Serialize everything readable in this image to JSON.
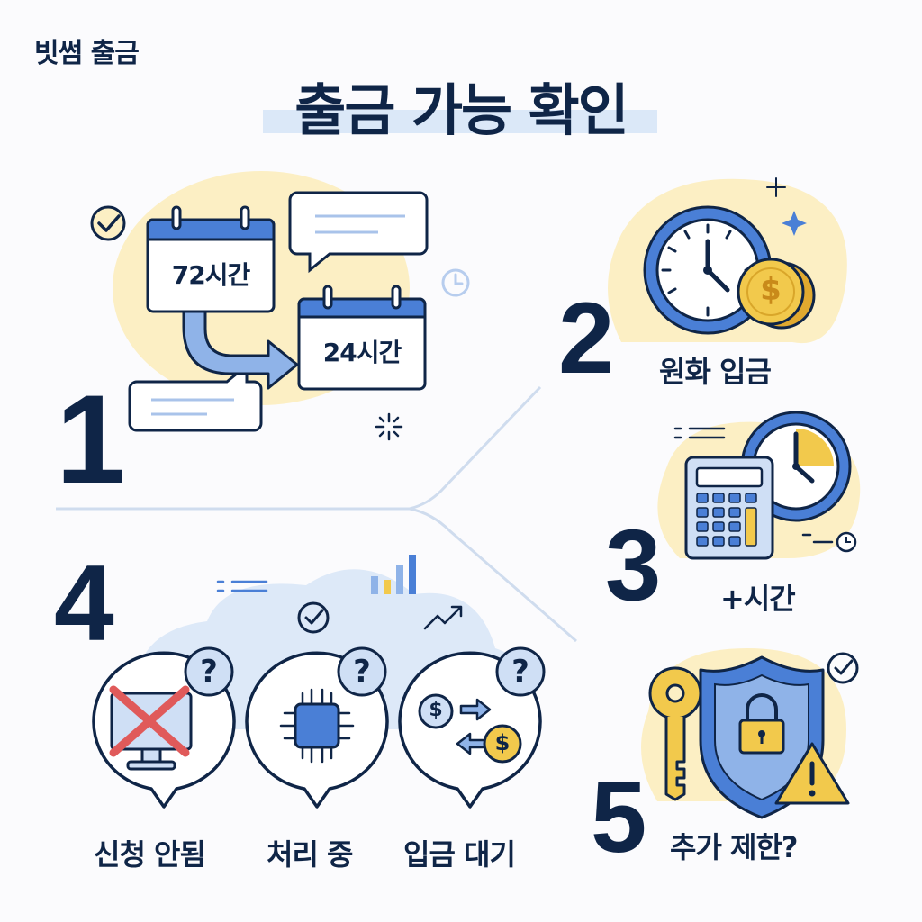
{
  "brand": "빗썸 출금",
  "title": "출금 가능 확인",
  "step1": {
    "number": "1",
    "calendar_from": "72시간",
    "calendar_to": "24시간"
  },
  "step2": {
    "number": "2",
    "label": "원화 입금"
  },
  "step3": {
    "number": "3",
    "label": "+시간"
  },
  "step4": {
    "number": "4",
    "bubbles": [
      {
        "label": "신청 안됨",
        "badge": "?"
      },
      {
        "label": "처리 중",
        "badge": "?"
      },
      {
        "label": "입금 대기",
        "badge": "?"
      }
    ]
  },
  "step5": {
    "number": "5",
    "label": "추가 제한?"
  },
  "icons": {
    "coin_symbol": "$"
  },
  "colors": {
    "navy": "#0f2547",
    "blue": "#4a7fd6",
    "light_blue": "#dbe8f8",
    "pale_yellow": "#fcefc4",
    "gold": "#f2c94c",
    "red": "#e05a5a"
  }
}
